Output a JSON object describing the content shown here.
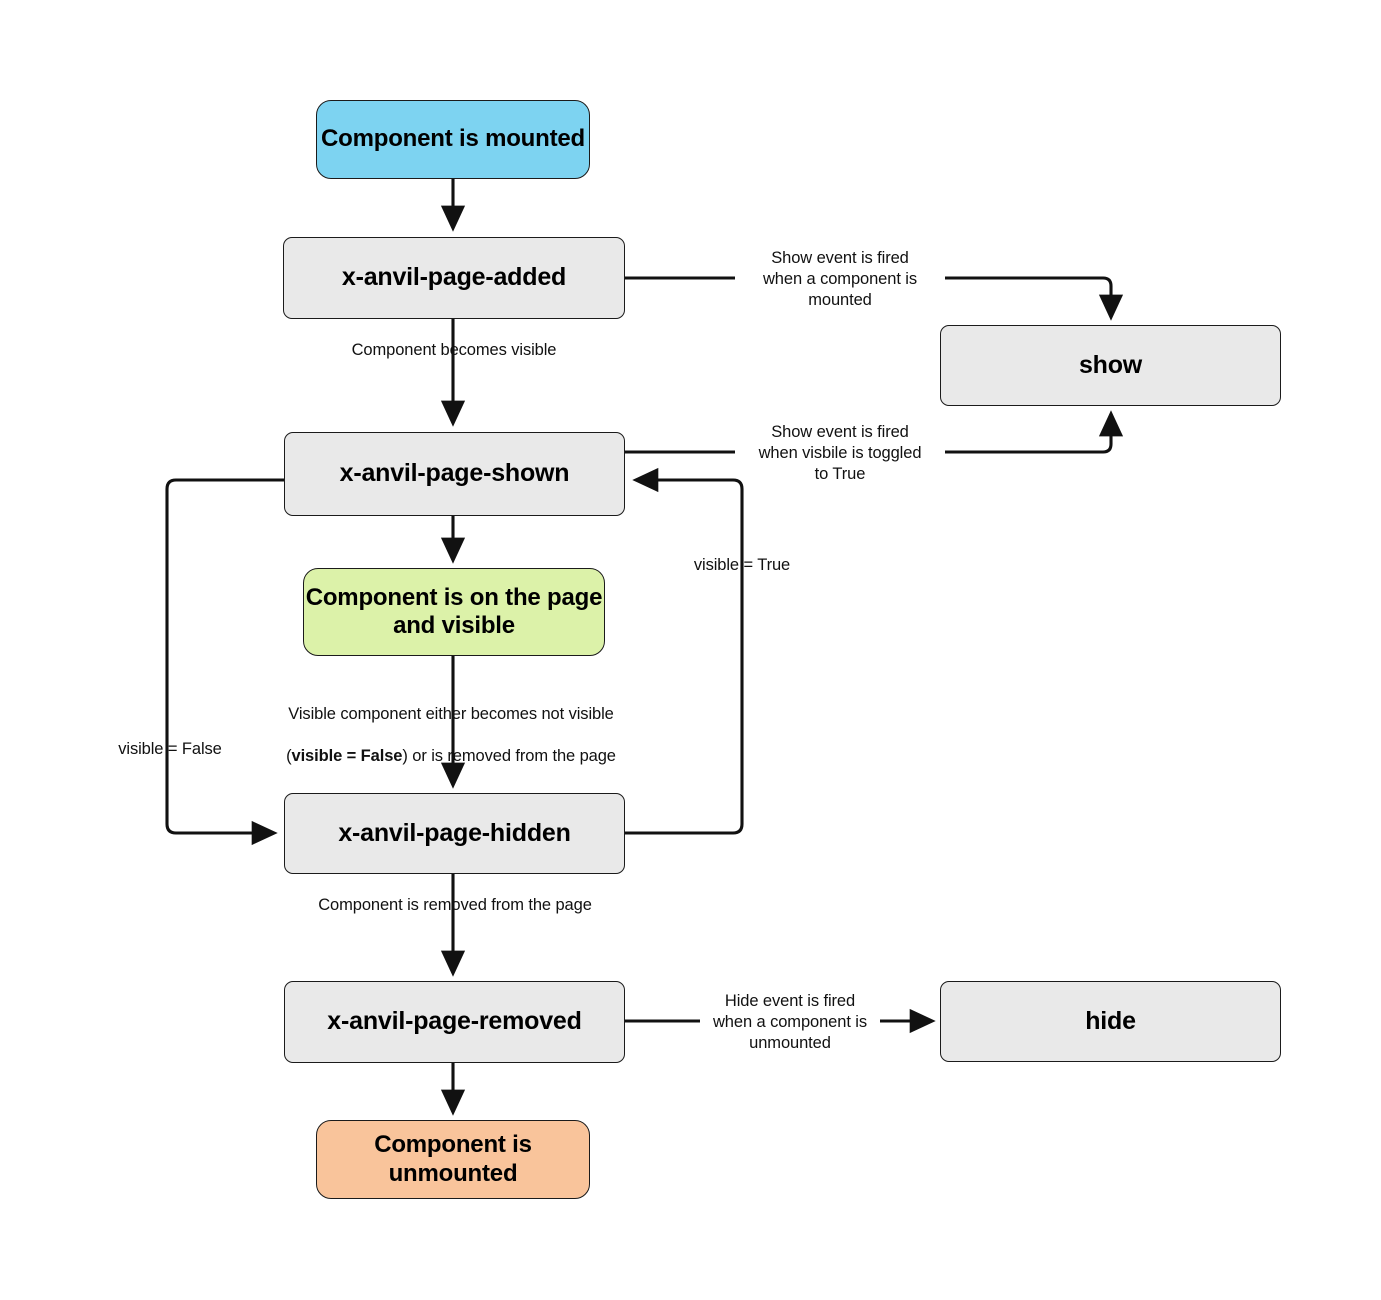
{
  "diagram": {
    "title": "Anvil component show/hide event lifecycle",
    "background": "#ffffff",
    "colors": {
      "start": "#7dd3f1",
      "active": "#dcf2a9",
      "end": "#f9c49b",
      "process": "#e9e9e9",
      "stroke": "#1b1b1b",
      "text": "#000000"
    },
    "nodes": {
      "mounted": "Component is\nmounted",
      "page_added": "x-anvil-page-added",
      "page_shown": "x-anvil-page-shown",
      "on_page_visible": "Component is on the\npage and visible",
      "page_hidden": "x-anvil-page-hidden",
      "page_removed": "x-anvil-page-removed",
      "unmounted": "Component is\nunmounted",
      "show": "show",
      "hide": "hide"
    },
    "edge_labels": {
      "becomes_visible": "Component becomes visible",
      "show_on_mount": "Show event is fired\nwhen a component is\nmounted",
      "show_on_toggle_true": "Show event is fired\nwhen visbile is toggled\nto True",
      "visible_true": "visible = True",
      "visible_false": "visible = False",
      "not_visible_or_removed_plain_1": "Visible component either becomes not visible",
      "not_visible_or_removed_open": "(",
      "not_visible_or_removed_bold": "visible = False",
      "not_visible_or_removed_close": ") or is removed from the page",
      "removed_from_page": "Component is removed from the page",
      "hide_on_unmount": "Hide event is fired\nwhen a component is\nunmounted"
    }
  }
}
